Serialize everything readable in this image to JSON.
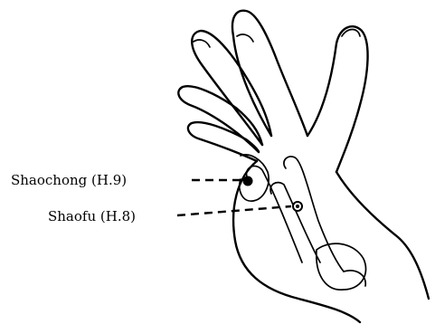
{
  "points": [
    {
      "name": "Shaochong",
      "code": "(H.9)"
    },
    {
      "name": "Shaofu",
      "code": "(H.8)"
    }
  ],
  "colors": {
    "ink": "#000000",
    "background": "#ffffff"
  }
}
